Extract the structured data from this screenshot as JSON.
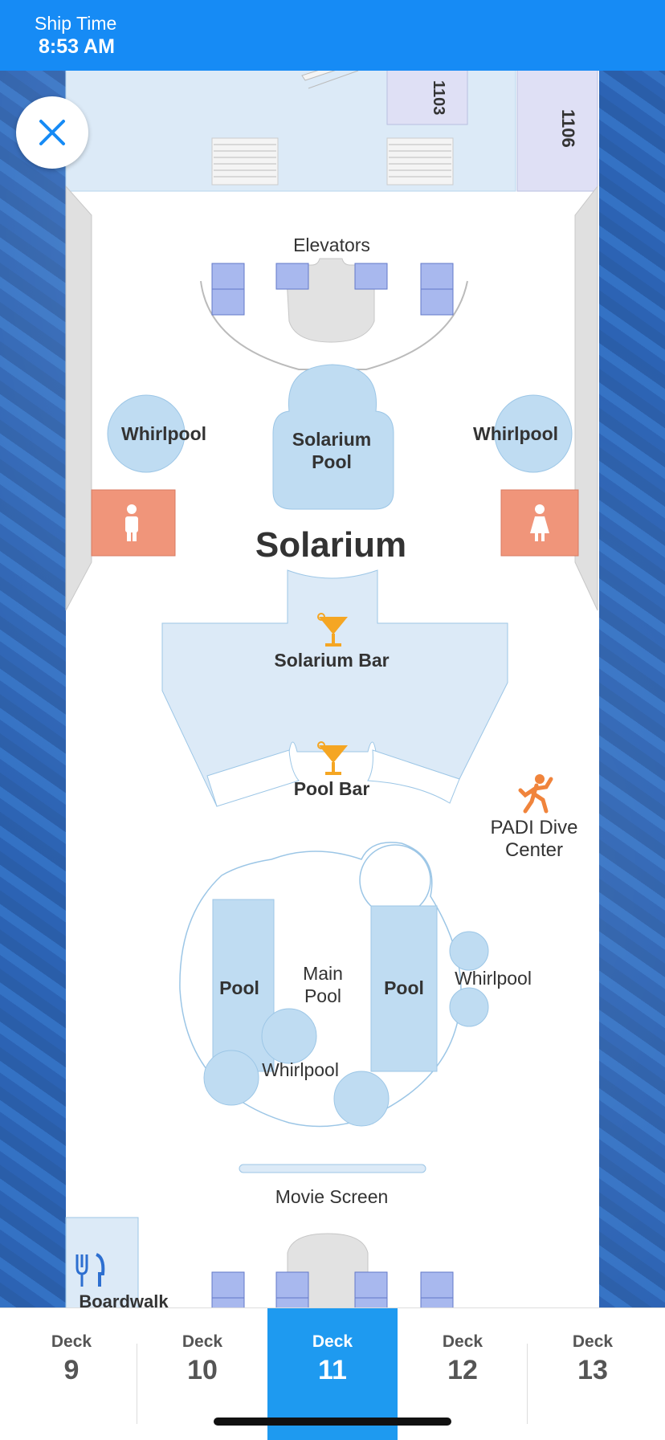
{
  "header": {
    "ship_label": "Ship Time",
    "ship_time": "8:53 AM"
  },
  "close_icon": "close-icon",
  "map": {
    "cabins": [
      "1103",
      "1106"
    ],
    "labels": {
      "elevators": "Elevators",
      "whirlpool_left": "Whirlpool",
      "whirlpool_right": "Whirlpool",
      "solarium_pool_1": "Solarium",
      "solarium_pool_2": "Pool",
      "solarium": "Solarium",
      "solarium_bar": "Solarium Bar",
      "pool_bar": "Pool Bar",
      "padi_1": "PADI Dive",
      "padi_2": "Center",
      "pool_left": "Pool",
      "main_pool_1": "Main",
      "main_pool_2": "Pool",
      "pool_right": "Pool",
      "whirlpool_main": "Whirlpool",
      "whirlpool_side": "Whirlpool",
      "movie_screen": "Movie Screen",
      "boardwalk": "Boardwalk"
    },
    "colors": {
      "deck_floor": "#ffffff",
      "water": "#bfdcf2",
      "room": "#dceaf7",
      "cabin": "#dfe0f5",
      "elevator": "#a8b8ee",
      "restroom": "#f0957a",
      "bar_icon": "#f5a623"
    }
  },
  "tabs": [
    {
      "label": "Deck",
      "number": "9"
    },
    {
      "label": "Deck",
      "number": "10"
    },
    {
      "label": "Deck",
      "number": "11",
      "active": true
    },
    {
      "label": "Deck",
      "number": "12"
    },
    {
      "label": "Deck",
      "number": "13"
    }
  ]
}
